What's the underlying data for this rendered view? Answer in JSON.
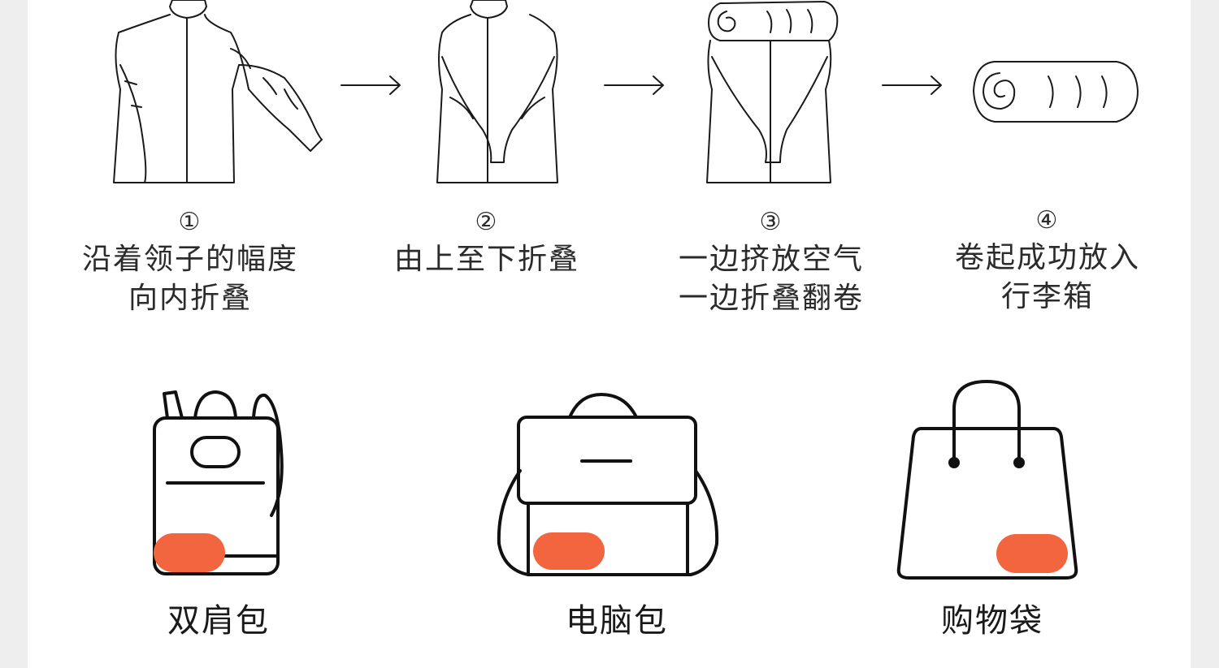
{
  "steps": [
    {
      "number": "①",
      "line1": "沿着领子的幅度",
      "line2": "向内折叠"
    },
    {
      "number": "②",
      "line1": "由上至下折叠",
      "line2": ""
    },
    {
      "number": "③",
      "line1": "一边挤放空气",
      "line2": "一边折叠翻卷"
    },
    {
      "number": "④",
      "line1": "卷起成功放入",
      "line2": "行李箱"
    }
  ],
  "bags": [
    {
      "label": "双肩包",
      "icon": "backpack-icon"
    },
    {
      "label": "电脑包",
      "icon": "laptop-bag-icon"
    },
    {
      "label": "购物袋",
      "icon": "shopping-bag-icon"
    }
  ],
  "colors": {
    "accent": "#f2653f",
    "line": "#1a1a1a",
    "background": "#ffffff",
    "side": "#eeeeee"
  }
}
